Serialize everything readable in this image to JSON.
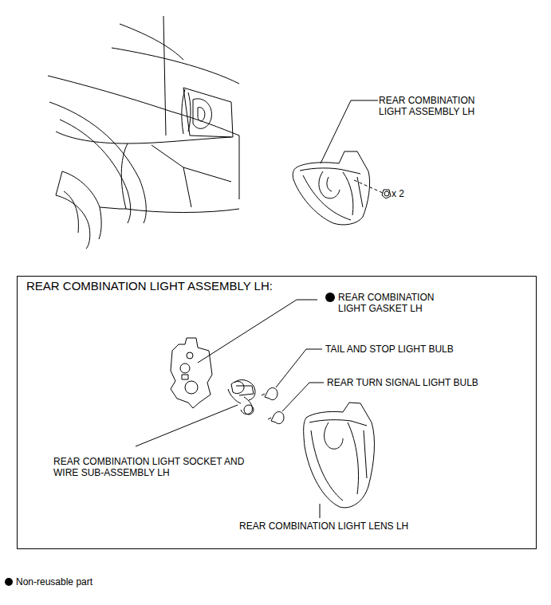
{
  "diagram": {
    "nodes": [
      {
        "text": [
          "REAR COMBINATION LIGHT ASSEMBLY LH:"
        ]
      }
    ],
    "labels": [
      "REAR COMBINATION LIGHT ASSEMBLY LH",
      "x 2",
      "REAR COMBINATION LIGHT GASKET LH",
      "TAIL AND STOP LIGHT BULB",
      "REAR TURN SIGNAL LIGHT BULB",
      "REAR COMBINATION LIGHT SOCKET AND WIRE SUB-ASSEMBLY LH",
      "REAR COMBINATION LIGHT LENS LH"
    ],
    "legend": [
      {
        "text": "Non-reusable part"
      }
    ]
  }
}
